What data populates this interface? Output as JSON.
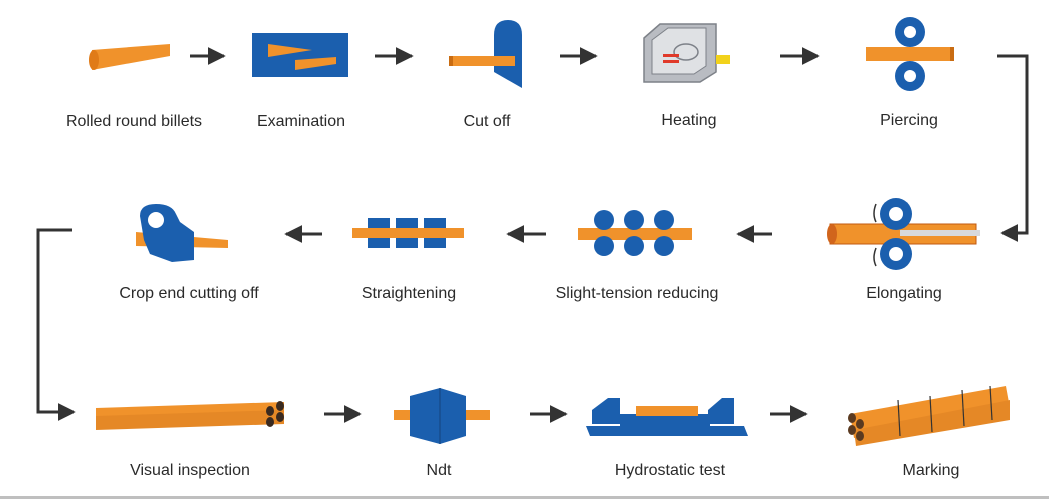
{
  "steps": {
    "rolled_round_billets": "Rolled round billets",
    "examination": "Examination",
    "cut_off": "Cut off",
    "heating": "Heating",
    "piercing": "Piercing",
    "elongating": "Elongating",
    "slight_tension_reducing": "Slight-tension reducing",
    "straightening": "Straightening",
    "crop_end_cutting_off": "Crop end cutting off",
    "visual_inspection": "Visual inspection",
    "ndt": "Ndt",
    "hydrostatic_test": "Hydrostatic test",
    "marking": "Marking"
  },
  "colors": {
    "blue": "#1b5fae",
    "orange": "#f0922b",
    "arrow": "#333333",
    "gray": "#b9bcc2"
  }
}
